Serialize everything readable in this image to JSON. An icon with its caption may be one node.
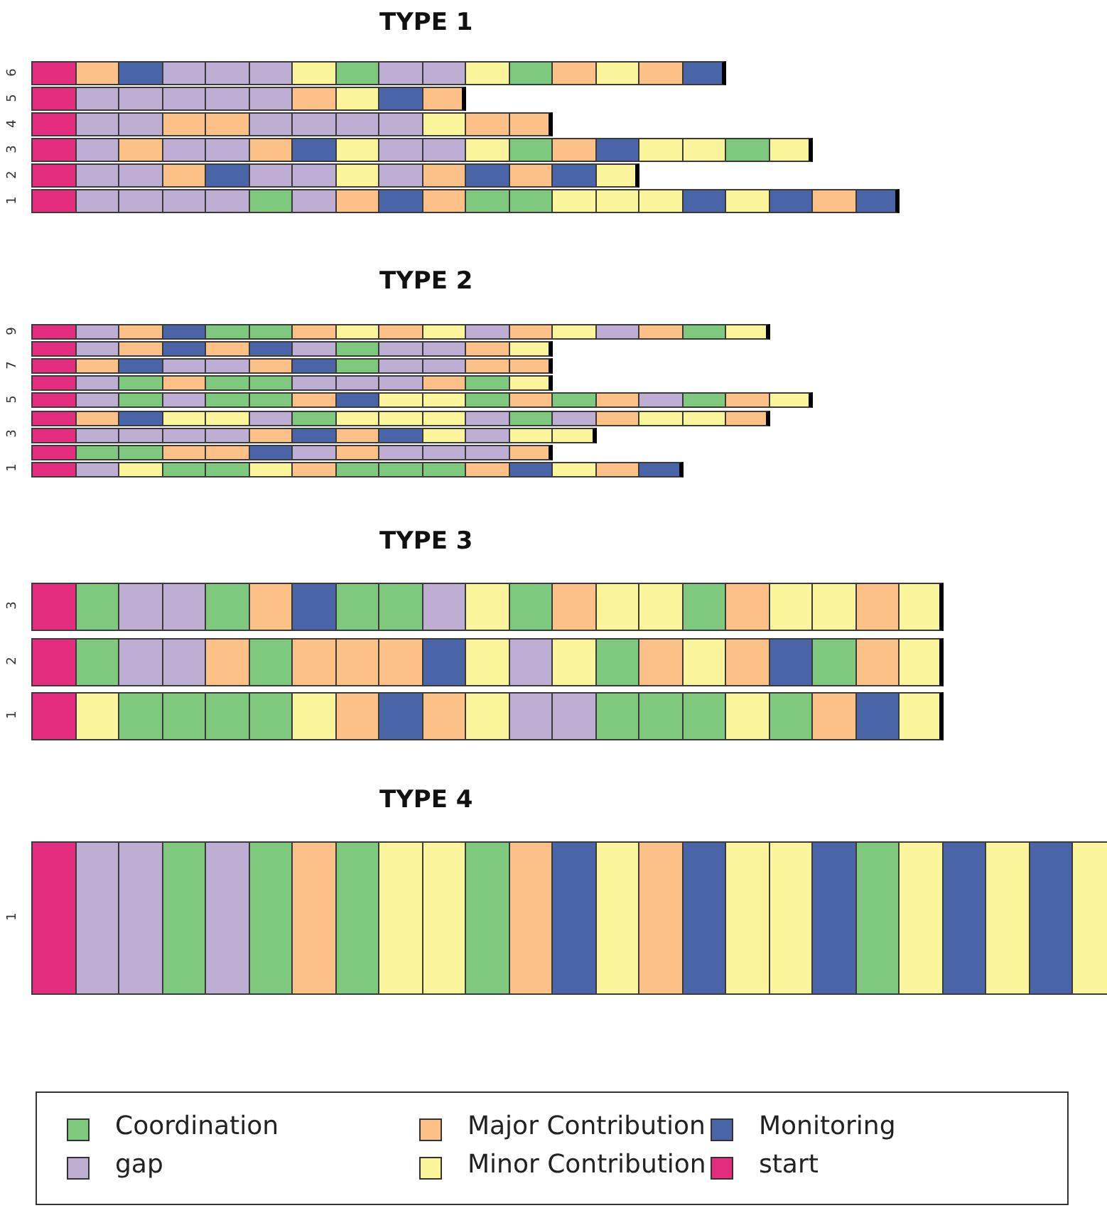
{
  "diagram": {
    "labels": [
      "TYPE 1",
      "6",
      "5",
      "4",
      "3",
      "2",
      "1",
      "TYPE 2",
      "9",
      "7",
      "5",
      "3",
      "1",
      "TYPE 3",
      "3",
      "2",
      "1",
      "TYPE 4",
      "1"
    ],
    "legend": [
      {
        "text": "Coordination",
        "color": "#7fc97f"
      },
      {
        "text": "Major Contribution",
        "color": "#fdc086"
      },
      {
        "text": "Monitoring",
        "color": "#4a64a8"
      },
      {
        "text": "gap",
        "color": "#beaed4"
      },
      {
        "text": "Minor Contribution",
        "color": "#faf59a"
      },
      {
        "text": "start",
        "color": "#e52d80"
      }
    ]
  }
}
